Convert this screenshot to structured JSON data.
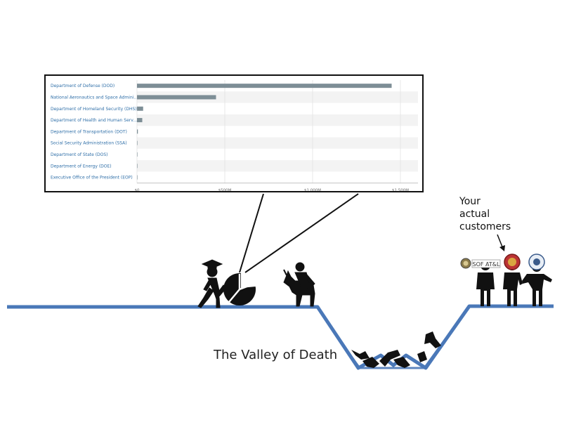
{
  "chart_data": {
    "type": "bar",
    "orientation": "horizontal",
    "categories": [
      "Department of Defense (DOD)",
      "National Aeronautics and Space Admini…",
      "Department of Homeland Security (DHS)",
      "Department of Health and Human Serv…",
      "Department of Transportation (DOT)",
      "Social Security Administration (SSA)",
      "Department of State (DOS)",
      "Department of Energy (DOE)",
      "Executive Office of the President (EOP)"
    ],
    "values": [
      1450,
      450,
      35,
      30,
      5,
      2,
      1,
      1,
      0.5
    ],
    "xlim": [
      0,
      1600
    ],
    "xticks": [
      0,
      500,
      1000,
      1500
    ],
    "xtick_labels": [
      "$0",
      "$500M",
      "$1,000M",
      "$1,500M"
    ],
    "bar_color": "#7d8e96",
    "label_color": "#2f6fa8",
    "grid": true
  },
  "diagram": {
    "caption": "The Valley of Death",
    "customers_label": [
      "Your",
      "actual",
      "customers"
    ],
    "seal_text": "SOF AT&L",
    "ground_color": "#4a78b8"
  }
}
